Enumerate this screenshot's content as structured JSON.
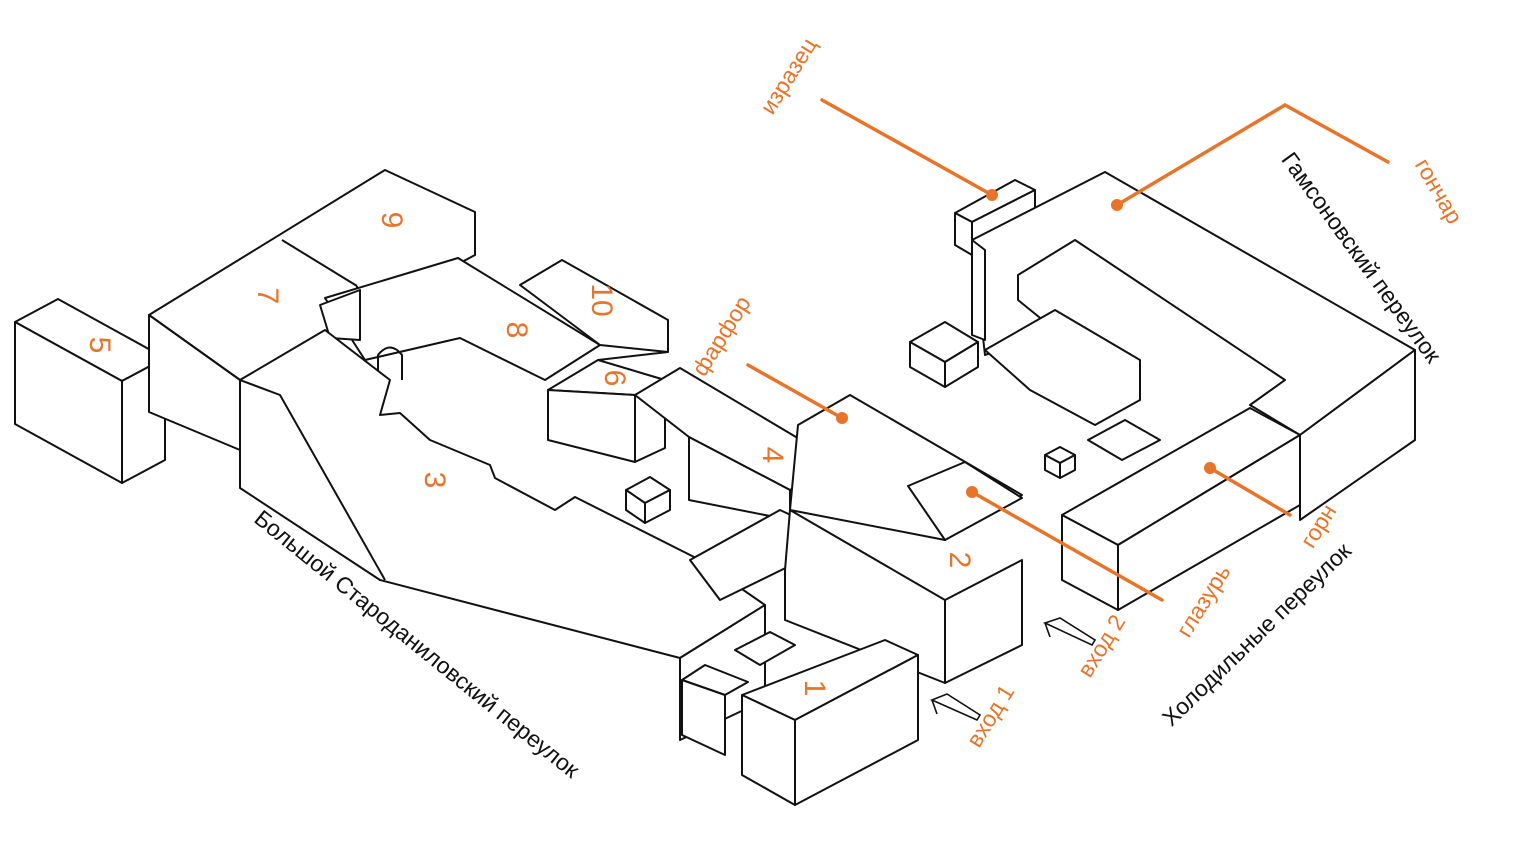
{
  "colors": {
    "accent": "#e8742a",
    "line": "#111111",
    "background": "#ffffff"
  },
  "buildings": [
    "1",
    "2",
    "3",
    "4",
    "5",
    "6",
    "7",
    "8",
    "9",
    "10"
  ],
  "labels": {
    "izrazets": "изразец",
    "gonchar": "гончар",
    "farfor": "фарфор",
    "glazur": "глазурь",
    "gorn": "горн"
  },
  "entrances": {
    "entrance1": "вход 1",
    "entrance2": "вход 2"
  },
  "streets": {
    "bolshoy": "Большой Староданиловский переулок",
    "gamsonovsky": "Гамсоновский переулок",
    "holodilny": "Холодильные переулок"
  }
}
